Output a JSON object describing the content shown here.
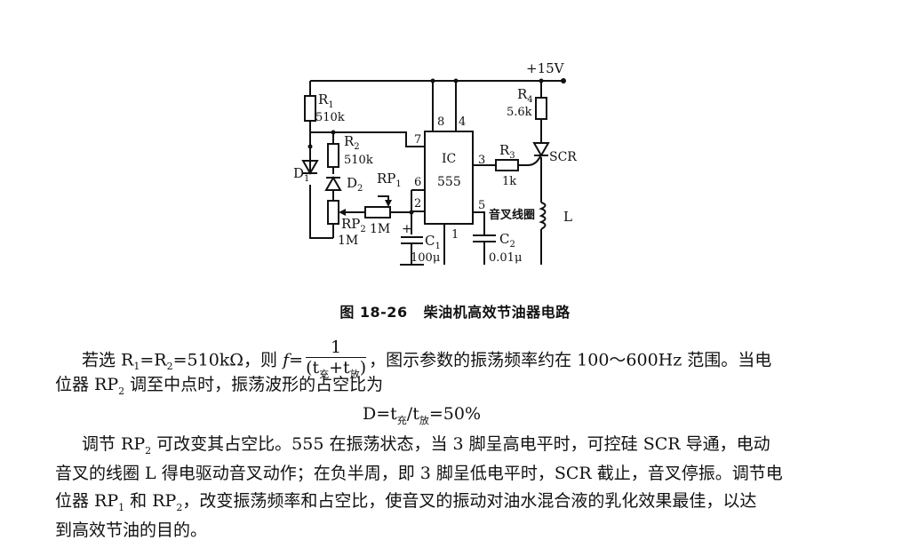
{
  "circuit": {
    "vcc": "+15V",
    "ic": {
      "name": "IC",
      "model": "555",
      "pins": {
        "p8": "8",
        "p4": "4",
        "p7": "7",
        "p6": "6",
        "p2": "2",
        "p3": "3",
        "p5": "5",
        "p1": "1"
      }
    },
    "r1": {
      "name": "R",
      "sub": "1",
      "value": "510k"
    },
    "r2": {
      "name": "R",
      "sub": "2",
      "value": "510k"
    },
    "r3": {
      "name": "R",
      "sub": "3",
      "value": "1k"
    },
    "r4": {
      "name": "R",
      "sub": "4",
      "value": "5.6k"
    },
    "rp1": {
      "name": "RP",
      "sub": "1",
      "value": "1M"
    },
    "rp2": {
      "name": "RP",
      "sub": "2",
      "value": "1M"
    },
    "c1": {
      "name": "C",
      "sub": "1",
      "value": "100μ",
      "plus": "+"
    },
    "c2": {
      "name": "C",
      "sub": "2",
      "value": "0.01μ"
    },
    "d1": {
      "name": "D",
      "sub": "1"
    },
    "d2": {
      "name": "D",
      "sub": "2"
    },
    "scr": "SCR",
    "coil": {
      "label": "音叉线圈",
      "name": "L"
    }
  },
  "caption": {
    "figure": "图 18-26",
    "title": "柴油机高效节油器电路"
  },
  "text": {
    "l1_a": "若选 R",
    "l1_s1": "1",
    "l1_b": "=R",
    "l1_s2": "2",
    "l1_c": "=510kΩ，则 ",
    "l1_f": "f",
    "l1_eq": "=",
    "l1_num": "1",
    "l1_den_a": "(t",
    "l1_den_s1": "充",
    "l1_den_b": "+t",
    "l1_den_s2": "放",
    "l1_den_c": ")",
    "l1_d": "，图示参数的振荡频率约在 100～600Hz 范围。当电",
    "l2_a": "位器 RP",
    "l2_s": "2",
    "l2_b": " 调至中点时，振荡波形的占空比为",
    "f_a": "D=t",
    "f_s1": "充",
    "f_b": "/t",
    "f_s2": "放",
    "f_c": "=50%",
    "p2_l1_a": "调节 RP",
    "p2_l1_s": "2",
    "p2_l1_b": " 可改变其占空比。555 在振荡状态，当 3 脚呈高电平时，可控硅 SCR 导通，电动",
    "p2_l2": "音叉的线圈 L 得电驱动音叉动作；在负半周，即 3 脚呈低电平时，SCR 截止，音叉停振。调节电",
    "p2_l3_a": "位器 RP",
    "p2_l3_s1": "1",
    "p2_l3_b": " 和 RP",
    "p2_l3_s2": "2",
    "p2_l3_c": "，改变振荡频率和占空比，使音叉的振动对油水混合液的乳化效果最佳，以达",
    "p2_l4": "到高效节油的目的。"
  }
}
